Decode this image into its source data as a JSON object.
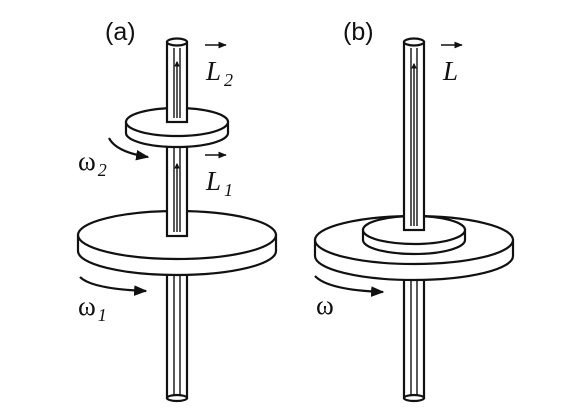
{
  "panels": [
    {
      "label": "(a)",
      "momenta": [
        {
          "symbol": "L",
          "subscript": "2"
        },
        {
          "symbol": "L",
          "subscript": "1"
        }
      ],
      "angular_velocities": [
        {
          "symbol": "ω",
          "subscript": "2"
        },
        {
          "symbol": "ω",
          "subscript": "1"
        }
      ]
    },
    {
      "label": "(b)",
      "momenta": [
        {
          "symbol": "L",
          "subscript": ""
        }
      ],
      "angular_velocities": [
        {
          "symbol": "ω",
          "subscript": ""
        }
      ]
    }
  ]
}
